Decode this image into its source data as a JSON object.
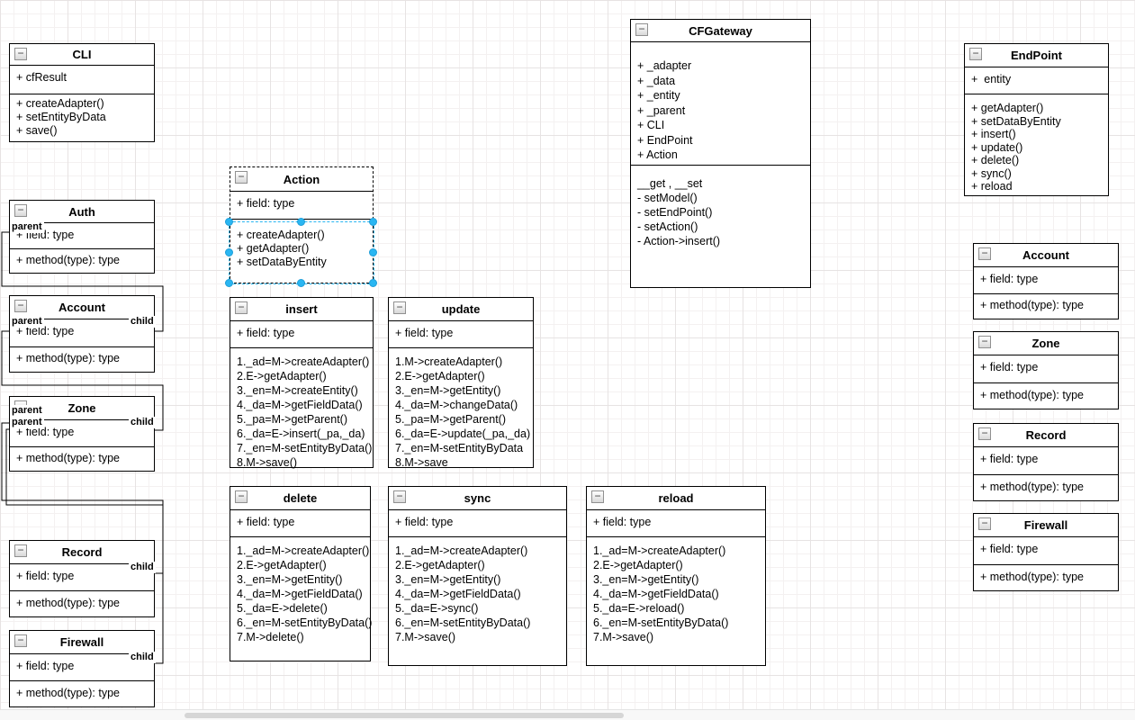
{
  "icons": {
    "collapse_glyph": "−"
  },
  "labels": {
    "parent": "parent",
    "child": "child"
  },
  "colors": {
    "selection": "#29b6f2",
    "box_border": "#000000",
    "box_fill": "#ffffff",
    "scrollbar_thumb": "#d6d6d6"
  },
  "classes": {
    "cli": {
      "title": "CLI",
      "fields": [
        "+ cfResult"
      ],
      "methods": [
        "+ createAdapter()",
        "+ setEntityByData",
        "+ save()"
      ]
    },
    "auth": {
      "title": "Auth",
      "fields": [
        "+ field: type"
      ],
      "methods": [
        "+ method(type): type"
      ]
    },
    "accountL": {
      "title": "Account",
      "fields": [
        "+ field: type"
      ],
      "methods": [
        "+ method(type): type"
      ]
    },
    "zoneL": {
      "title": "Zone",
      "fields": [
        "+ field: type"
      ],
      "methods": [
        "+ method(type): type"
      ]
    },
    "recordL": {
      "title": "Record",
      "fields": [
        "+ field: type"
      ],
      "methods": [
        "+ method(type): type"
      ]
    },
    "firewallL": {
      "title": "Firewall",
      "fields": [
        "+ field: type"
      ],
      "methods": [
        "+ method(type): type"
      ]
    },
    "action": {
      "title": "Action",
      "fields": [
        "+ field: type"
      ],
      "methods": [
        "+ createAdapter()",
        "+ getAdapter()",
        "+ setDataByEntity"
      ]
    },
    "insert": {
      "title": "insert",
      "fields": [
        "+ field: type"
      ],
      "methods": [
        "1._ad=M->createAdapter()",
        "2.E->getAdapter()",
        "3._en=M->createEntity()",
        "4._da=M->getFieldData()",
        "5._pa=M->getParent()",
        "6._da=E->insert(_pa,_da)",
        "7._en=M-setEntityByData()",
        "8.M->save()"
      ]
    },
    "update": {
      "title": "update",
      "fields": [
        "+ field: type"
      ],
      "methods": [
        "1.M->createAdapter()",
        "2.E->getAdapter()",
        "3._en=M->getEntity()",
        "4._da=M->changeData()",
        "5._pa=M->getParent()",
        "6._da=E->update(_pa,_da)",
        "7._en=M-setEntityByData",
        "8.M->save"
      ]
    },
    "delete": {
      "title": "delete",
      "fields": [
        "+ field: type"
      ],
      "methods": [
        "1._ad=M->createAdapter()",
        "2.E->getAdapter()",
        "3._en=M->getEntity()",
        "4._da=M->getFieldData()",
        "5._da=E->delete()",
        "6._en=M-setEntityByData()",
        "7.M->delete()"
      ]
    },
    "sync": {
      "title": "sync",
      "fields": [
        "+ field: type"
      ],
      "methods": [
        "1._ad=M->createAdapter()",
        "2.E->getAdapter()",
        "3._en=M->getEntity()",
        "4._da=M->getFieldData()",
        "5._da=E->sync()",
        "6._en=M-setEntityByData()",
        "7.M->save()"
      ]
    },
    "reload": {
      "title": "reload",
      "fields": [
        "+ field: type"
      ],
      "methods": [
        "1._ad=M->createAdapter()",
        "2.E->getAdapter()",
        "3._en=M->getEntity()",
        "4._da=M->getFieldData()",
        "5._da=E->reload()",
        "6._en=M-setEntityByData()",
        "7.M->save()"
      ]
    },
    "cfgateway": {
      "title": "CFGateway",
      "fields": [
        "+ _adapter",
        "+ _data",
        "+ _entity",
        "+ _parent",
        "+ CLI",
        "+ EndPoint",
        "+ Action"
      ],
      "methods": [
        "__get , __set",
        "- setModel()",
        "- setEndPoint()",
        "- setAction()",
        "- Action->insert()"
      ]
    },
    "endpoint": {
      "title": "EndPoint",
      "fields": [
        "+  entity"
      ],
      "methods": [
        "+ getAdapter()",
        "+ setDataByEntity",
        "+ insert()",
        "+ update()",
        "+ delete()",
        "+ sync()",
        "+ reload"
      ]
    },
    "accountR": {
      "title": "Account",
      "fields": [
        "+ field: type"
      ],
      "methods": [
        "+ method(type): type"
      ]
    },
    "zoneR": {
      "title": "Zone",
      "fields": [
        "+ field: type"
      ],
      "methods": [
        "+ method(type): type"
      ]
    },
    "recordR": {
      "title": "Record",
      "fields": [
        "+ field: type"
      ],
      "methods": [
        "+ method(type): type"
      ]
    },
    "firewallR": {
      "title": "Firewall",
      "fields": [
        "+ field: type"
      ],
      "methods": [
        "+ method(type): type"
      ]
    }
  }
}
